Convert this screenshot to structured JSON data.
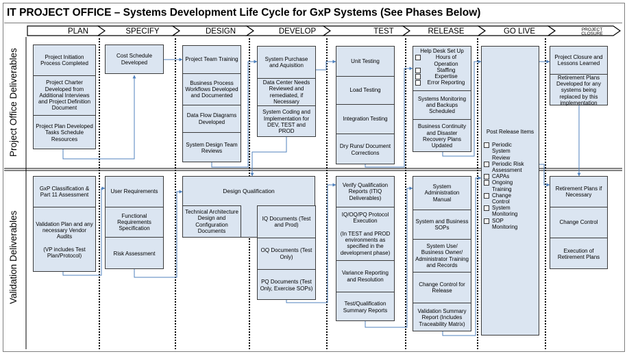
{
  "title": "IT PROJECT OFFICE – Systems Development Life Cycle for GxP Systems (See Phases Below)",
  "phases": [
    "PLAN",
    "SPECIFY",
    "DESIGN",
    "DEVELOP",
    "TEST",
    "RELEASE",
    "GO LIVE",
    "PROJECT CLOSURE"
  ],
  "rows": {
    "project_office": "Project Office Deliverables",
    "validation": "Validation Deliverables"
  },
  "plan": {
    "po": [
      "Project Initiation Process Completed",
      "Project Charter Developed from Additional Interviews and Project Definition Document",
      "Project Plan Developed Tasks Schedule Resources"
    ],
    "val": [
      "GxP Classification & Part 11 Assessment",
      "Validation Plan and any necessary Vendor Audits\n\n(VP includes Test Plan/Protocol)"
    ]
  },
  "specify": {
    "po": [
      "Cost Schedule Developed"
    ],
    "val": [
      "User Requirements",
      "Functional Requirements Specification",
      "Risk Assessment"
    ]
  },
  "design": {
    "po": [
      "Project Team Training",
      "Business Process Workflows Developed and Documented",
      "Data Flow Diagrams Developed",
      "System Design Team Reviews"
    ],
    "val_header": "Design Qualification",
    "val": [
      "Technical Architecture Design and Configuration Documents"
    ]
  },
  "develop": {
    "po": [
      "System Purchase and Aquisition",
      "Data Center Needs Reviewed and remediated, if Necessary",
      "System Coding and Implementation for DEV, TEST and PROD"
    ],
    "val": [
      "IQ Documents (Test and Prod)",
      "OQ Documents (Test Only)",
      "PQ Documents (Test Only, Exercise SOPs)"
    ]
  },
  "test": {
    "po": [
      "Unit Testing",
      "Load Testing",
      "Integration Testing",
      "Dry Runs/ Document Corrections"
    ],
    "val": [
      "Verify Qualification Reports (ITIQ Deliverables)",
      "IQ/OQ/PQ Protocol Execution\n\n(In TEST and PROD environments as specified in the development phase)",
      "Variance Reporting and Resolution",
      "Test/Qualification Summary Reports"
    ]
  },
  "release": {
    "po_helpdesk_title": "Help Desk Set Up",
    "po_helpdesk_items": [
      "Hours of Operation",
      "Staffing",
      "Expertise",
      "Error Reporting"
    ],
    "po": [
      "Systems Monitoring and Backups Scheduled",
      "Business Continuity and Disaster Recovery Plans Updated"
    ],
    "val": [
      "System Administration Manual",
      "System and Business SOPs",
      "System Use/ Business Owner/ Administrator Training and Records",
      "Change Control for Release",
      "Validation Summary Report (Includes Traceability Matrix)"
    ]
  },
  "golive": {
    "title": "Post Release Items",
    "items": [
      "Periodic System Review",
      "Periodic Risk Assessment",
      "CAPAs",
      "Ongoing Training",
      "Change Control",
      "System Monitoring",
      "SOP Monitoring"
    ]
  },
  "closure": {
    "po": [
      "Project Closure and Lessons Learned",
      "Retirement Plans Developed for any systems being replaced by this implementation"
    ],
    "val": [
      "Retirement Plans if Necessary",
      "Change Control",
      "Execution of Retirement Plans"
    ]
  },
  "colors": {
    "box_fill": "#dbe5f1",
    "connector": "#4f81bd",
    "phase_bar": "#d9d9d9"
  }
}
